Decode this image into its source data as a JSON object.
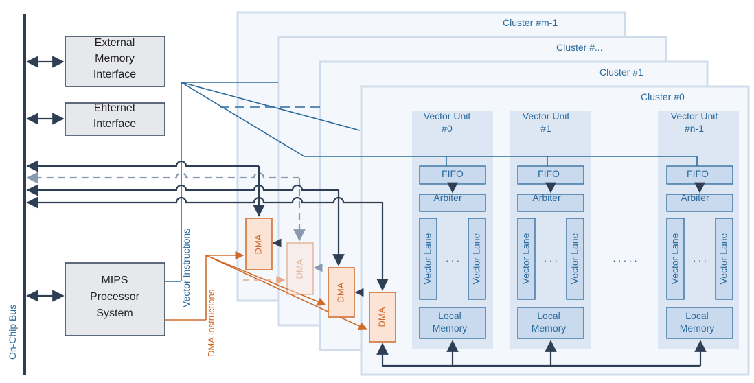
{
  "diagram": {
    "bus_label": "On-Chip Bus",
    "external_memory": [
      "External",
      "Memory",
      "Interface"
    ],
    "ethernet": [
      "Ehternet",
      "Interface"
    ],
    "mips": [
      "MIPS",
      "Processor",
      "System"
    ],
    "vector_instructions": "Vector Instructions",
    "dma_instructions": "DMA Instructions",
    "dma_label": "DMA",
    "clusters": [
      "Cluster #m-1",
      "Cluster #...",
      "Cluster #1",
      "Cluster #0"
    ],
    "vector_units": [
      {
        "line1": "Vector Unit",
        "line2": "#0"
      },
      {
        "line1": "Vector Unit",
        "line2": "#1"
      },
      {
        "line1": "Vector Unit",
        "line2": "#n-1"
      }
    ],
    "fifo": "FIFO",
    "arbiter": "Arbiter",
    "vector_lane": "Vector Lane",
    "lane_dots": ". . .",
    "unit_dots": ". . . . .",
    "local_memory": [
      "Local",
      "Memory"
    ]
  },
  "colors": {
    "bus": "#2e3f55",
    "blue_line": "#2a6a9c",
    "orange": "#d06a2a",
    "grey_block": "#e6e8ec",
    "cluster_fill": "#f4f7fb",
    "cluster_border": "#cfdcec",
    "unit_fill": "#dde7f3",
    "block_fill": "#c9d9ee",
    "dma_fill": "#fbe3d6",
    "faded": "#8a99b0"
  }
}
